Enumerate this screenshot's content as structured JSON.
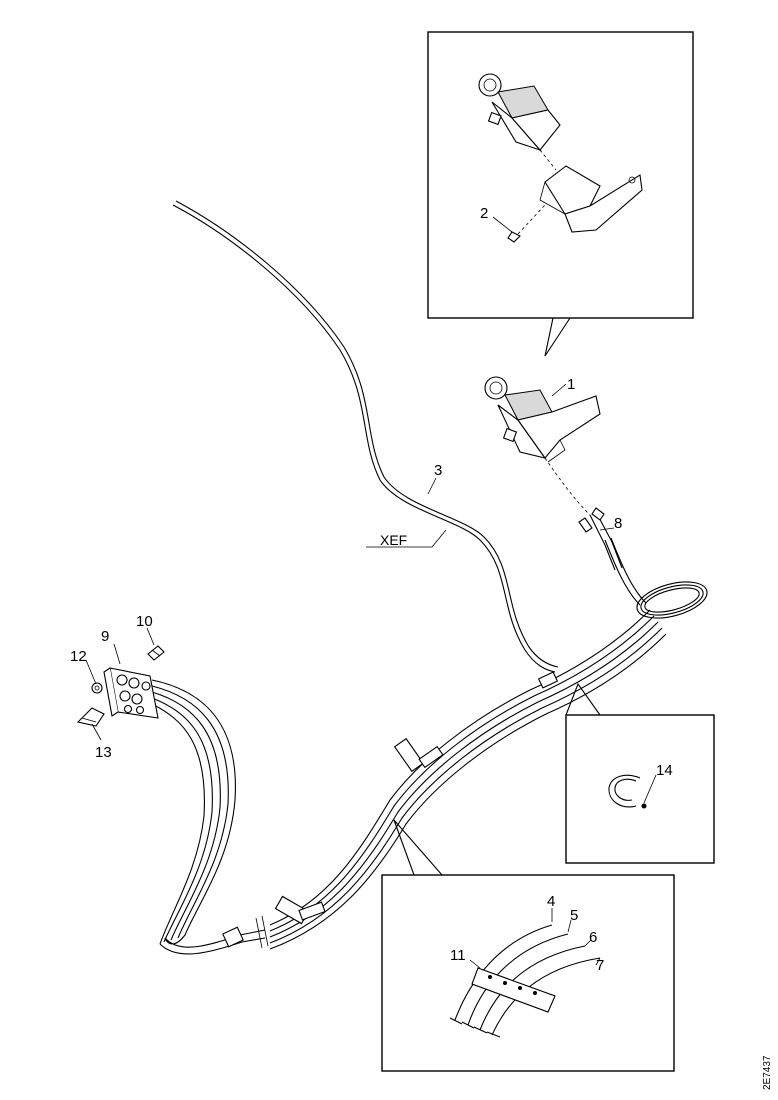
{
  "diagram": {
    "callouts": {
      "c1": "1",
      "c2": "2",
      "c3": "3",
      "c4": "4",
      "c5": "5",
      "c6": "6",
      "c7": "7",
      "c8": "8",
      "c9": "9",
      "c10": "10",
      "c11": "11",
      "c12": "12",
      "c13": "13",
      "c14": "14"
    },
    "cable_code": "XEF",
    "reference": "2E7437"
  }
}
